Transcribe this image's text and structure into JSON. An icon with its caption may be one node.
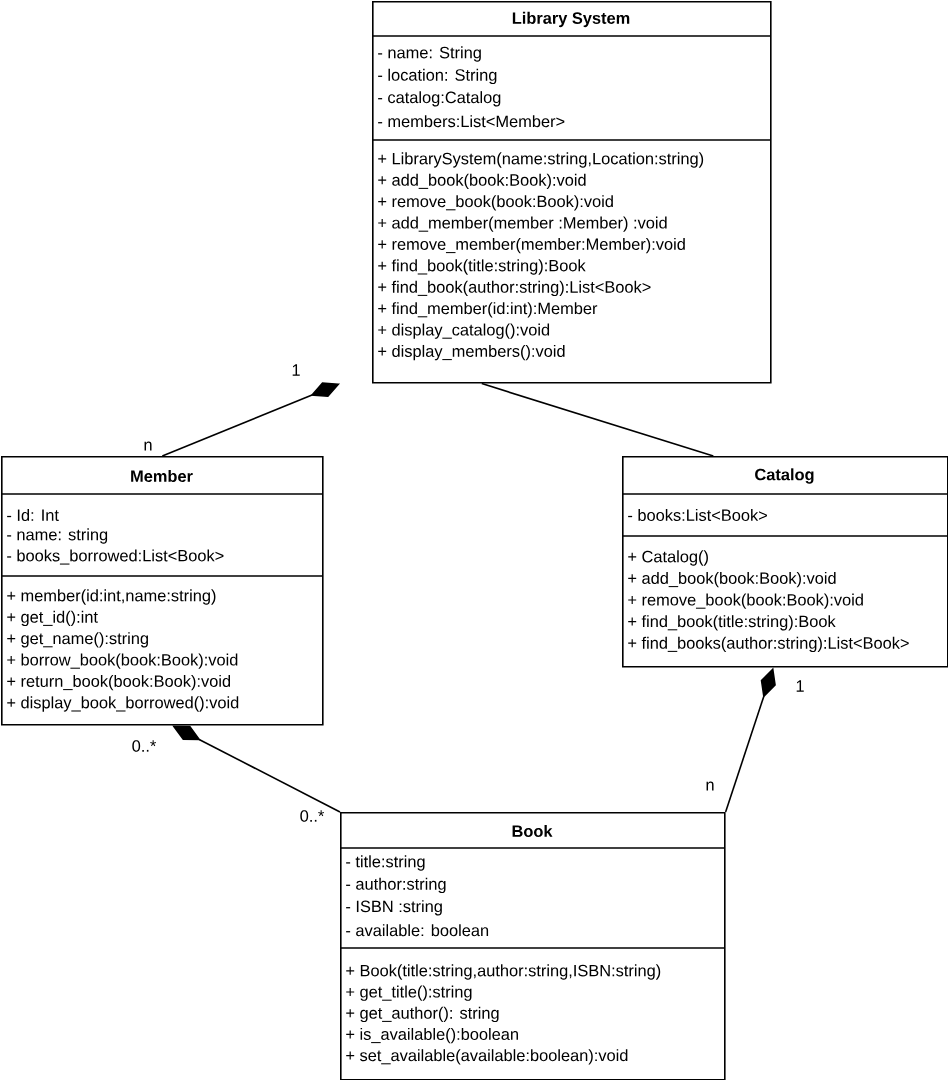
{
  "diagram": {
    "nodes": [
      {
        "text": [
          "Library System",
          "- name: String",
          "- location: String",
          "- catalog:Catalog",
          "- members:List<Member>",
          "+ LibrarySystem(name:string,Location:string)",
          "+ add_book(book:Book):void",
          "+ remove_book(book:Book):void",
          "+ add_member(member :Member) :void",
          "+ remove_member(member:Member):void",
          "+ find_book(title:string):Book",
          "+ find_book(author:string):List<Book>",
          "+ find_member(id:int):Member",
          "+ display_catalog():void",
          "+ display_members():void"
        ]
      },
      {
        "text": [
          "Member",
          "- Id: Int",
          "- name: string",
          "- books_borrowed:List<Book>",
          "+ member(id:int,name:string)",
          "+ get_id():int",
          "+ get_name():string",
          "+ borrow_book(book:Book):void",
          "+ return_book(book:Book):void",
          "+ display_book_borrowed():void"
        ]
      },
      {
        "text": [
          "Catalog",
          "- books:List<Book>",
          "+ Catalog()",
          "+ add_book(book:Book):void",
          "+ remove_book(book:Book):void",
          "+ find_book(title:string):Book",
          "+ find_books(author:string):List<Book>"
        ]
      },
      {
        "text": [
          "Book",
          "- title:string",
          "- author:string",
          "- ISBN :string",
          "- available: boolean",
          "+ Book(title:string,author:string,ISBN:string)",
          "+ get_title():string",
          "+ get_author(): string",
          "+ is_available():boolean",
          "+ set_available(available:boolean):void"
        ]
      }
    ],
    "edges": [
      {
        "from": 0,
        "to": 1,
        "arrow": "other"
      },
      {
        "from": 0,
        "to": 2,
        "arrow": "none"
      },
      {
        "from": 2,
        "to": 3,
        "arrow": "other"
      },
      {
        "from": 1,
        "to": 3,
        "arrow": "other"
      }
    ],
    "labels": [
      "1",
      "n",
      "1",
      "0..*",
      "n",
      "0..*"
    ]
  }
}
